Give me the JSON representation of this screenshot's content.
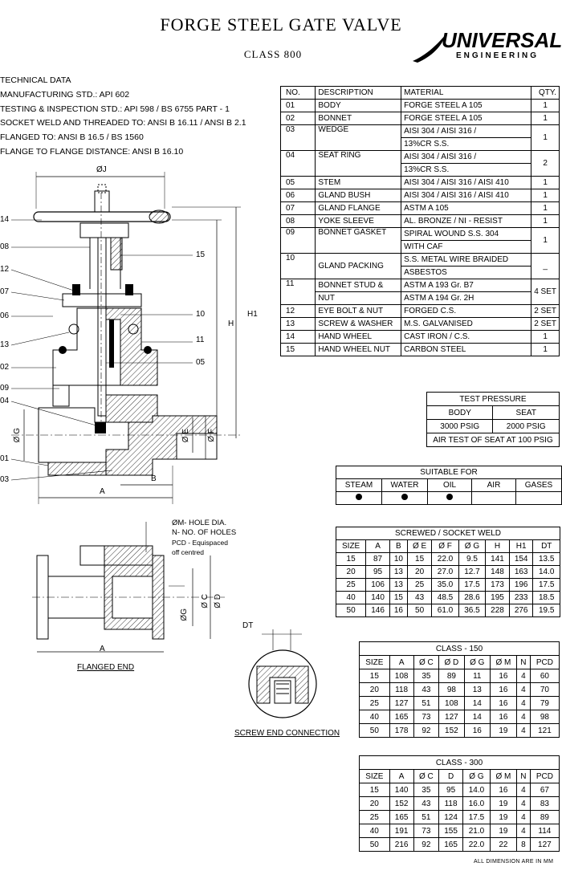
{
  "header": {
    "title": "FORGE STEEL GATE VALVE",
    "subtitle": "CLASS   800",
    "logo_main": "UNIVERSAL",
    "logo_sub": "ENGINEERING"
  },
  "technical_data": {
    "heading": "TECHNICAL DATA",
    "lines": [
      "MANUFACTURING STD.:   API 602",
      "TESTING & INSPECTION STD.:    API 598 / BS 6755  PART - 1",
      "SOCKET WELD AND THREADED TO:   ANSI B 16.11 / ANSI B 2.1",
      "FLANGED TO:   ANSI B 16.5 / BS 1560",
      "FLANGE TO FLANGE DISTANCE:   ANSI B 16.10"
    ]
  },
  "bom": {
    "headers": [
      "NO.",
      "DESCRIPTION",
      "MATERIAL",
      "QTY."
    ],
    "rows": [
      {
        "no": "01",
        "desc": "BODY",
        "mat": [
          "FORGE STEEL A 105"
        ],
        "qty": "1"
      },
      {
        "no": "02",
        "desc": "BONNET",
        "mat": [
          "FORGE STEEL A 105"
        ],
        "qty": "1"
      },
      {
        "no": "03",
        "desc": "WEDGE",
        "mat": [
          "AISI 304 / AISI 316 /",
          "13%CR S.S."
        ],
        "qty": "1"
      },
      {
        "no": "04",
        "desc": "SEAT RING",
        "mat": [
          "AISI 304 / AISI 316 /",
          "13%CR S.S."
        ],
        "qty": "2"
      },
      {
        "no": "05",
        "desc": "STEM",
        "mat": [
          "AISI 304 / AISI 316 / AISI 410"
        ],
        "qty": "1"
      },
      {
        "no": "06",
        "desc": "GLAND BUSH",
        "mat": [
          "AISI 304 / AISI 316 / AISI 410"
        ],
        "qty": "1"
      },
      {
        "no": "07",
        "desc": "GLAND FLANGE",
        "mat": [
          "ASTM A 105"
        ],
        "qty": "1"
      },
      {
        "no": "08",
        "desc": "YOKE SLEEVE",
        "mat": [
          "AL. BRONZE / NI - RESIST"
        ],
        "qty": "1"
      },
      {
        "no": "09",
        "desc": "BONNET GASKET",
        "mat": [
          "SPIRAL WOUND S.S. 304",
          "WITH CAF"
        ],
        "qty": "1"
      },
      {
        "no": "10",
        "desc": "GLAND PACKING",
        "mat": [
          "S.S. METAL WIRE BRAIDED",
          "ASBESTOS"
        ],
        "qty": "_"
      },
      {
        "no": "11",
        "desc": "BONNET STUD &",
        "desc2": "NUT",
        "mat": [
          "ASTM A 193  Gr. B7",
          "ASTM A 194  Gr. 2H"
        ],
        "qty": "4 SET"
      },
      {
        "no": "12",
        "desc": "EYE BOLT & NUT",
        "mat": [
          "FORGED C.S."
        ],
        "qty": "2 SET"
      },
      {
        "no": "13",
        "desc": "SCREW & WASHER",
        "mat": [
          "M.S. GALVANISED"
        ],
        "qty": "2 SET"
      },
      {
        "no": "14",
        "desc": "HAND WHEEL",
        "mat": [
          "CAST IRON / C.S."
        ],
        "qty": "1"
      },
      {
        "no": "15",
        "desc": "HAND WHEEL NUT",
        "mat": [
          "CARBON STEEL"
        ],
        "qty": "1"
      }
    ]
  },
  "test_pressure": {
    "title": "TEST PRESSURE",
    "body_label": "BODY",
    "seat_label": "SEAT",
    "body_value": "3000 PSIG",
    "seat_value": "2000 PSIG",
    "air_test": "AIR TEST OF SEAT AT 100 PSIG"
  },
  "suitable_for": {
    "title": "SUITABLE FOR",
    "media": [
      "STEAM",
      "WATER",
      "OIL",
      "AIR",
      "GASES"
    ],
    "suitable": [
      true,
      true,
      true,
      false,
      false
    ]
  },
  "screwed_table": {
    "title": "SCREWED / SOCKET WELD",
    "headers": [
      "SIZE",
      "A",
      "B",
      "Ø E",
      "Ø F",
      "Ø G",
      "H",
      "H1",
      "DT"
    ],
    "rows": [
      [
        "15",
        "87",
        "10",
        "15",
        "22.0",
        "9.5",
        "141",
        "154",
        "13.5"
      ],
      [
        "20",
        "95",
        "13",
        "20",
        "27.0",
        "12.7",
        "148",
        "163",
        "14.0"
      ],
      [
        "25",
        "106",
        "13",
        "25",
        "35.0",
        "17.5",
        "173",
        "196",
        "17.5"
      ],
      [
        "40",
        "140",
        "15",
        "43",
        "48.5",
        "28.6",
        "195",
        "233",
        "18.5"
      ],
      [
        "50",
        "146",
        "16",
        "50",
        "61.0",
        "36.5",
        "228",
        "276",
        "19.5"
      ]
    ]
  },
  "class150_table": {
    "title": "CLASS - 150",
    "headers": [
      "SIZE",
      "A",
      "Ø C",
      "Ø D",
      "Ø G",
      "Ø M",
      "N",
      "PCD"
    ],
    "rows": [
      [
        "15",
        "108",
        "35",
        "89",
        "11",
        "16",
        "4",
        "60"
      ],
      [
        "20",
        "118",
        "43",
        "98",
        "13",
        "16",
        "4",
        "70"
      ],
      [
        "25",
        "127",
        "51",
        "108",
        "14",
        "16",
        "4",
        "79"
      ],
      [
        "40",
        "165",
        "73",
        "127",
        "14",
        "16",
        "4",
        "98"
      ],
      [
        "50",
        "178",
        "92",
        "152",
        "16",
        "19",
        "4",
        "121"
      ]
    ]
  },
  "class300_table": {
    "title": "CLASS - 300",
    "headers": [
      "SIZE",
      "A",
      "Ø C",
      "D",
      "Ø G",
      "Ø M",
      "N",
      "PCD"
    ],
    "rows": [
      [
        "15",
        "140",
        "35",
        "95",
        "14.0",
        "16",
        "4",
        "67"
      ],
      [
        "20",
        "152",
        "43",
        "118",
        "16.0",
        "19",
        "4",
        "83"
      ],
      [
        "25",
        "165",
        "51",
        "124",
        "17.5",
        "19",
        "4",
        "89"
      ],
      [
        "40",
        "191",
        "73",
        "155",
        "21.0",
        "19",
        "4",
        "114"
      ],
      [
        "50",
        "216",
        "92",
        "165",
        "22.0",
        "22",
        "8",
        "127"
      ]
    ]
  },
  "drawing": {
    "callouts": [
      "14",
      "08",
      "12",
      "07",
      "06",
      "13",
      "02",
      "09",
      "04",
      "01",
      "03",
      "15",
      "10",
      "11",
      "05"
    ],
    "dim_j": "ØJ",
    "dim_h": "H",
    "dim_h1": "H1",
    "dim_g": "Ø G",
    "dim_e": "Ø E",
    "dim_f": "Ø F",
    "dim_a": "A",
    "dim_b": "B",
    "flange_note": [
      "ØM- HOLE DIA.",
      "N- NO. OF HOLES",
      "PCD - Equispaced",
      "off centred"
    ],
    "dim_c": "Ø C",
    "dim_d": "Ø D",
    "dim_g2": "ØG",
    "dim_a2": "A",
    "flanged_end": "FLANGED END",
    "dim_dt": "DT",
    "screw_end": "SCREW END CONNECTION"
  },
  "footer_note": "ALL DIMENSION ARE IN MM"
}
